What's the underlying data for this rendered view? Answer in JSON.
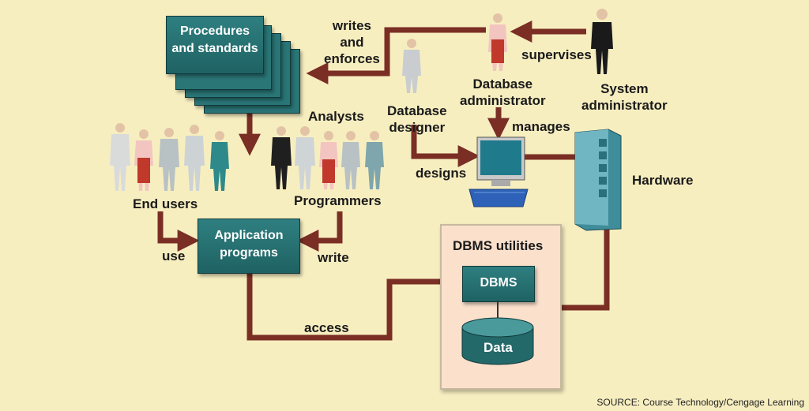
{
  "nodes": {
    "procedures": {
      "line1": "Procedures",
      "line2": "and standards"
    },
    "application": {
      "line1": "Application",
      "line2": "programs"
    },
    "dbms_utilities": "DBMS utilities",
    "dbms": "DBMS",
    "data": "Data"
  },
  "actors": {
    "system_admin": {
      "line1": "System",
      "line2": "administrator"
    },
    "db_admin": {
      "line1": "Database",
      "line2": "administrator"
    },
    "db_designer": {
      "line1": "Database",
      "line2": "designer"
    },
    "analysts": "Analysts",
    "programmers": "Programmers",
    "end_users": "End users",
    "hardware": "Hardware"
  },
  "edges": {
    "writes_enforces": {
      "line1": "writes",
      "line2": "and",
      "line3": "enforces"
    },
    "supervises": "supervises",
    "manages": "manages",
    "designs": "designs",
    "use": "use",
    "write": "write",
    "access": "access"
  },
  "source": "SOURCE: Course Technology/Cengage Learning",
  "colors": {
    "background": "#f7eec0",
    "arrow": "#7a2e24",
    "box": "#2a7576",
    "panel": "#fbe0cc"
  }
}
